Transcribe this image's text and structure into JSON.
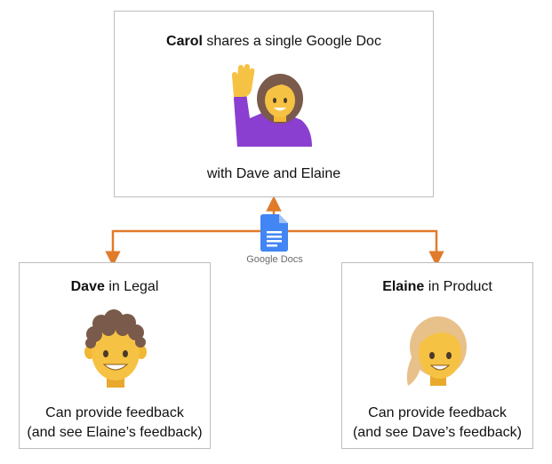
{
  "carol": {
    "name": "Carol",
    "title_rest": " shares a single Google Doc",
    "subtitle": "with Dave and Elaine"
  },
  "dave": {
    "name": "Dave",
    "title_rest": " in Legal",
    "line1": "Can provide feedback",
    "line2": "(and see Elaine’s feedback)"
  },
  "elaine": {
    "name": "Elaine",
    "title_rest": " in Product",
    "line1": "Can provide feedback",
    "line2": "(and see Dave’s feedback)"
  },
  "logo": {
    "label": "Google Docs"
  },
  "colors": {
    "connector": "#e07b2a",
    "box_border": "#bdbdbd",
    "docs_blue": "#4285f4"
  },
  "icons": {
    "carol": "woman-raising-hand-icon",
    "dave": "man-curly-hair-icon",
    "elaine": "woman-blond-hair-icon",
    "docs": "google-docs-icon"
  }
}
